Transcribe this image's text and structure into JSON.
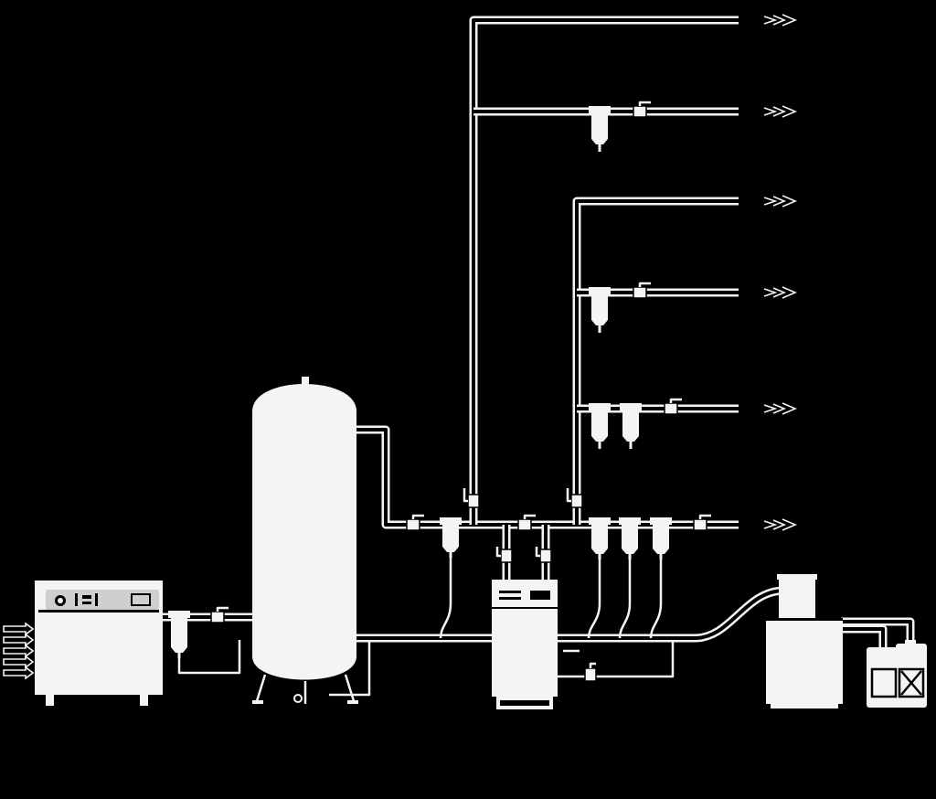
{
  "diagram": {
    "type": "compressed-air-system-schematic",
    "background": "#000000",
    "foreground": "#f4f4f4",
    "components": [
      {
        "name": "air-compressor"
      },
      {
        "name": "primary-filter"
      },
      {
        "name": "air-receiver-tank"
      },
      {
        "name": "refrigerated-air-dryer"
      },
      {
        "name": "oil-water-separator"
      },
      {
        "name": "condensate-collection-containers"
      }
    ],
    "inlet_arrow_count": 5,
    "outlet_arrow_count": 6,
    "icons": [
      "inlet-arrow-icon",
      "outlet-arrow-icon",
      "valve-icon",
      "filter-icon"
    ]
  }
}
